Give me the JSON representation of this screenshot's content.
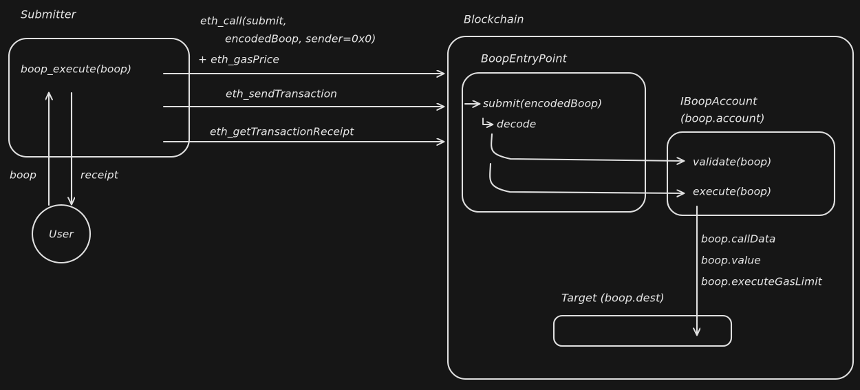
{
  "diagram": {
    "title_hidden": "",
    "background_color": "#161616",
    "stroke_color": "#e0e0e0",
    "text_color": "#e6e6e6",
    "groups": {
      "submitter": {
        "label": "Submitter",
        "inner_call": "boop_execute(boop)"
      },
      "blockchain": {
        "label": "Blockchain"
      },
      "boop_entry_point": {
        "label": "BoopEntryPoint",
        "lines": {
          "submit": "submit(encodedBoop)",
          "decode": "decode"
        }
      },
      "boop_account": {
        "label_line1": "IBoopAccount",
        "label_line2": "(boop.account)",
        "lines": {
          "validate": "validate(boop)",
          "execute": "execute(boop)"
        }
      },
      "target": {
        "label": "Target (boop.dest)"
      },
      "user": {
        "label": "User"
      }
    },
    "edges": {
      "user_to_submitter": "boop",
      "submitter_to_user": "receipt",
      "eth_call_line1": "eth_call(submit,",
      "eth_call_line2": "encodedBoop, sender=0x0)",
      "eth_call_line3": "+ eth_gasPrice",
      "eth_send_transaction": "eth_sendTransaction",
      "eth_get_transaction_receipt": "eth_getTransactionReceipt",
      "execute_to_target_line1": "boop.callData",
      "execute_to_target_line2": "boop.value",
      "execute_to_target_line3": "boop.executeGasLimit"
    },
    "icons": {
      "arrow_right": "arrow-right-icon",
      "arrow_up": "arrow-up-icon",
      "arrow_down": "arrow-down-icon",
      "corner_arrow": "corner-arrow-icon"
    }
  }
}
